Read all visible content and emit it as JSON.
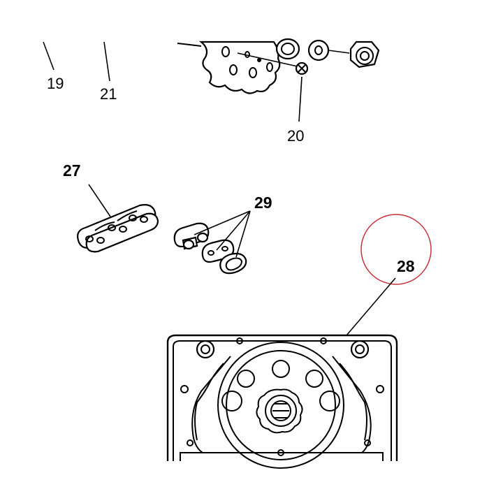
{
  "callouts": {
    "c19": "19",
    "c21": "21",
    "c20": "20",
    "c27": "27",
    "c29": "29",
    "c28": "28"
  },
  "highlight": {
    "color": "#c8323c"
  },
  "linework": {
    "color": "#000000",
    "background": "#ffffff"
  }
}
